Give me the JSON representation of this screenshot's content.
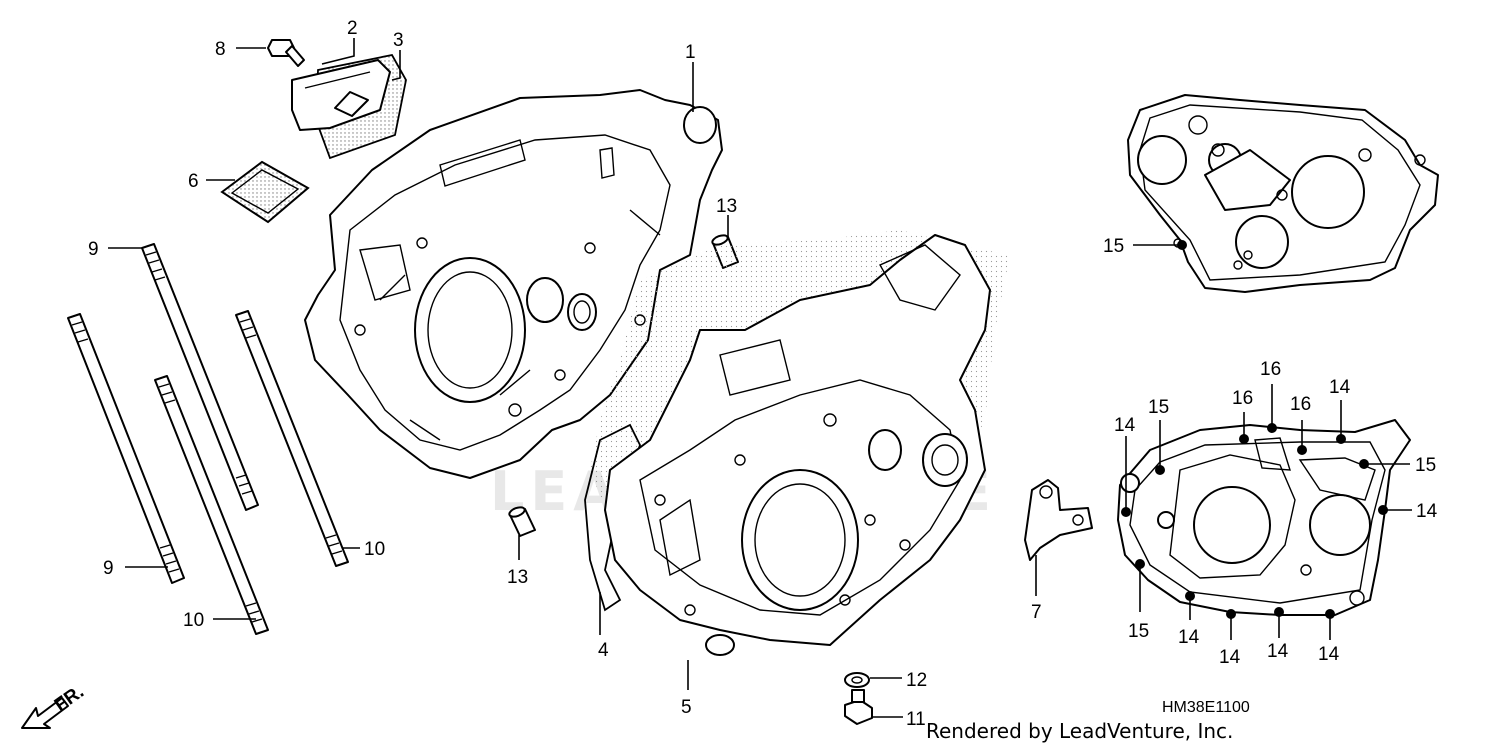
{
  "diagram": {
    "code": "HM38E1100",
    "credit": "Rendered by LeadVenture, Inc.",
    "front_marker": "FR.",
    "watermark": "LEADVENTURE"
  },
  "callouts": {
    "c1": "1",
    "c2": "2",
    "c3": "3",
    "c4": "4",
    "c5": "5",
    "c6": "6",
    "c7": "7",
    "c8": "8",
    "c9a": "9",
    "c9b": "9",
    "c10a": "10",
    "c10b": "10",
    "c11": "11",
    "c12": "12",
    "c13a": "13",
    "c13b": "13",
    "c14a": "14",
    "c14b": "14",
    "c14c": "14",
    "c14d": "14",
    "c14e": "14",
    "c14f": "14",
    "c14g": "14",
    "c15a": "15",
    "c15b": "15",
    "c15c": "15",
    "c15d": "15",
    "c16a": "16",
    "c16b": "16",
    "c16c": "16"
  }
}
